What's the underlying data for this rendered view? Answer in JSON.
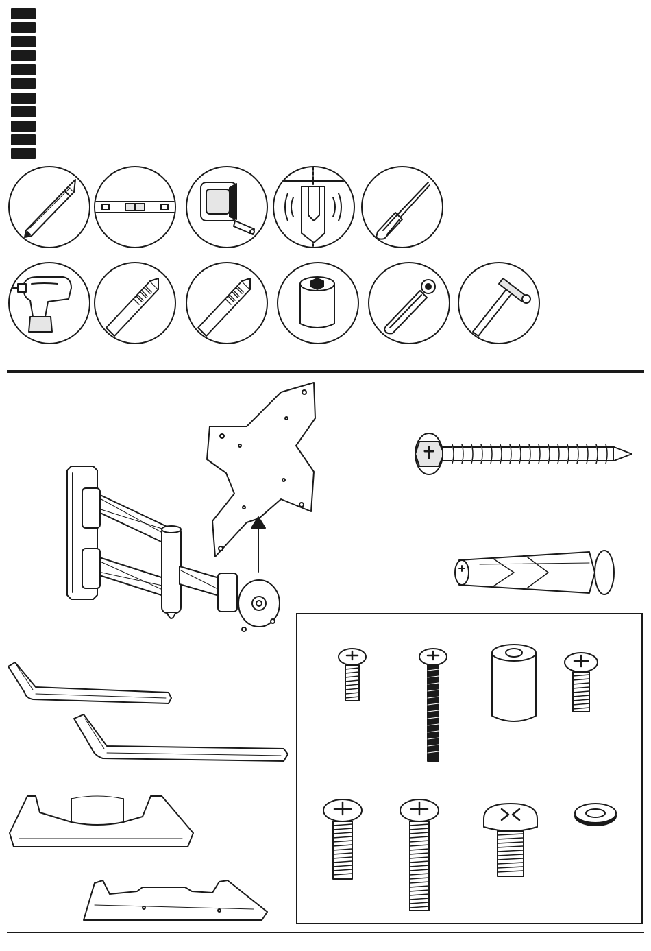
{
  "language_tabs": {
    "count": 11
  },
  "tools": [
    {
      "name": "pencil-icon"
    },
    {
      "name": "level-icon"
    },
    {
      "name": "tape-measure-icon"
    },
    {
      "name": "stud-finder-icon"
    },
    {
      "name": "screwdriver-icon"
    },
    {
      "name": "drill-icon"
    },
    {
      "name": "drill-bit-icon"
    },
    {
      "name": "drill-bit-icon"
    },
    {
      "name": "socket-icon"
    },
    {
      "name": "ratchet-wrench-icon"
    },
    {
      "name": "hammer-icon"
    }
  ],
  "parts": [
    {
      "name": "wall-mount-arm-illustration"
    },
    {
      "name": "vesa-plate-illustration"
    },
    {
      "name": "lag-bolt-illustration"
    },
    {
      "name": "wall-anchor-illustration"
    },
    {
      "name": "hex-key-small-illustration"
    },
    {
      "name": "hex-key-large-illustration"
    },
    {
      "name": "cable-clip-illustration"
    },
    {
      "name": "cable-clip-illustration"
    }
  ],
  "hardware": [
    {
      "name": "screw-m4-short-illustration"
    },
    {
      "name": "screw-m4-long-illustration"
    },
    {
      "name": "spacer-illustration"
    },
    {
      "name": "screw-m6-short-illustration"
    },
    {
      "name": "screw-m6-medium-illustration"
    },
    {
      "name": "screw-m6-long-illustration"
    },
    {
      "name": "screw-m8-illustration"
    },
    {
      "name": "washer-illustration"
    }
  ],
  "colors": {
    "ink": "#1a1a1a",
    "paper": "#ffffff",
    "shade": "#e6e6e6"
  }
}
